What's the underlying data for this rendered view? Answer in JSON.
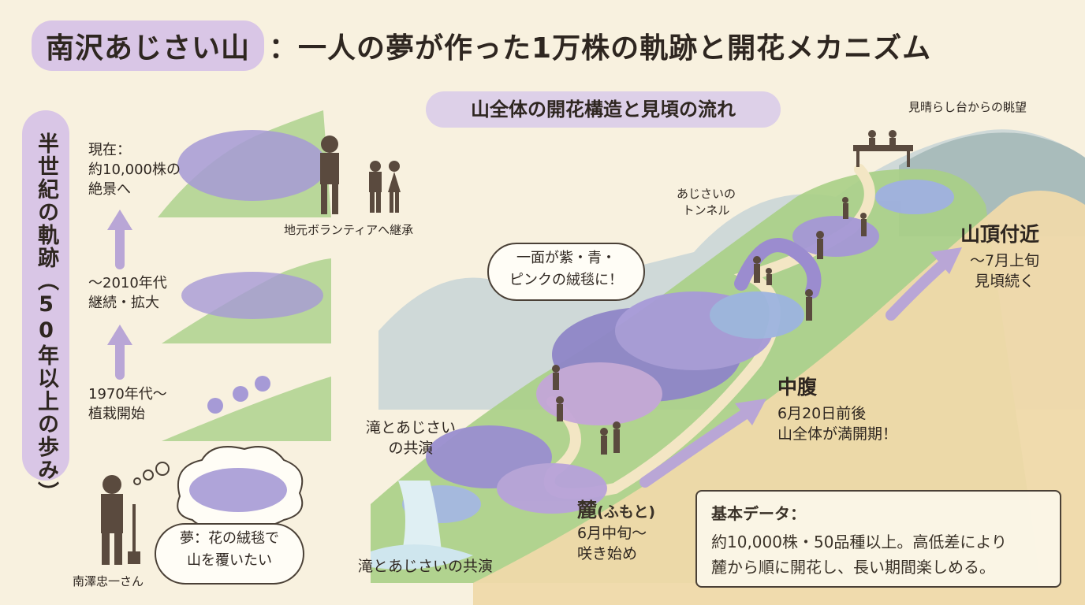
{
  "title": {
    "highlight": "南沢あじさい山",
    "rest": "：一人の夢が作った1万株の軌跡と開花メカニズム"
  },
  "timeline": {
    "heading": "半世紀の軌跡（50年以上の歩み）",
    "stage_now": "現在：\n約10,000株の\n絶景へ",
    "stage_2010": "〜2010年代\n継続・拡大",
    "stage_1970": "1970年代〜\n植栽開始",
    "volunteers": "地元ボランティアへ継承",
    "founder": "南澤忠一さん",
    "dream": "夢：花の絨毯で\n山を覆いたい"
  },
  "mountain": {
    "subtitle": "山全体の開花構造と見頃の流れ",
    "viewpoint": "見晴らし台からの眺望",
    "tunnel": "あじさいの\nトンネル",
    "carpet_bubble": "一面が紫・青・\nピンクの絨毯に！",
    "waterfall_small": "滝とあじさい\nの共演",
    "waterfall_main": "滝とあじさいの共演",
    "foot_title": "麓",
    "foot_reading": "(ふもと)",
    "foot_time": "6月中旬〜\n咲き始め",
    "mid_title": "中腹",
    "mid_time": "6月20日前後\n山全体が満開期！",
    "top_title": "山頂付近",
    "top_time": "〜7月上旬\n見頃続く"
  },
  "data_box": {
    "title": "基本データ：",
    "line1": "約10,000株・50品種以上。高低差により",
    "line2": "麓から順に開花し、長い期間楽しめる。"
  },
  "colors": {
    "background": "#f8f1df",
    "highlight": "#d9c6e6",
    "arrow": "#b9a6d6",
    "hill": "#b9d79a",
    "sand": "#efd9aa"
  }
}
